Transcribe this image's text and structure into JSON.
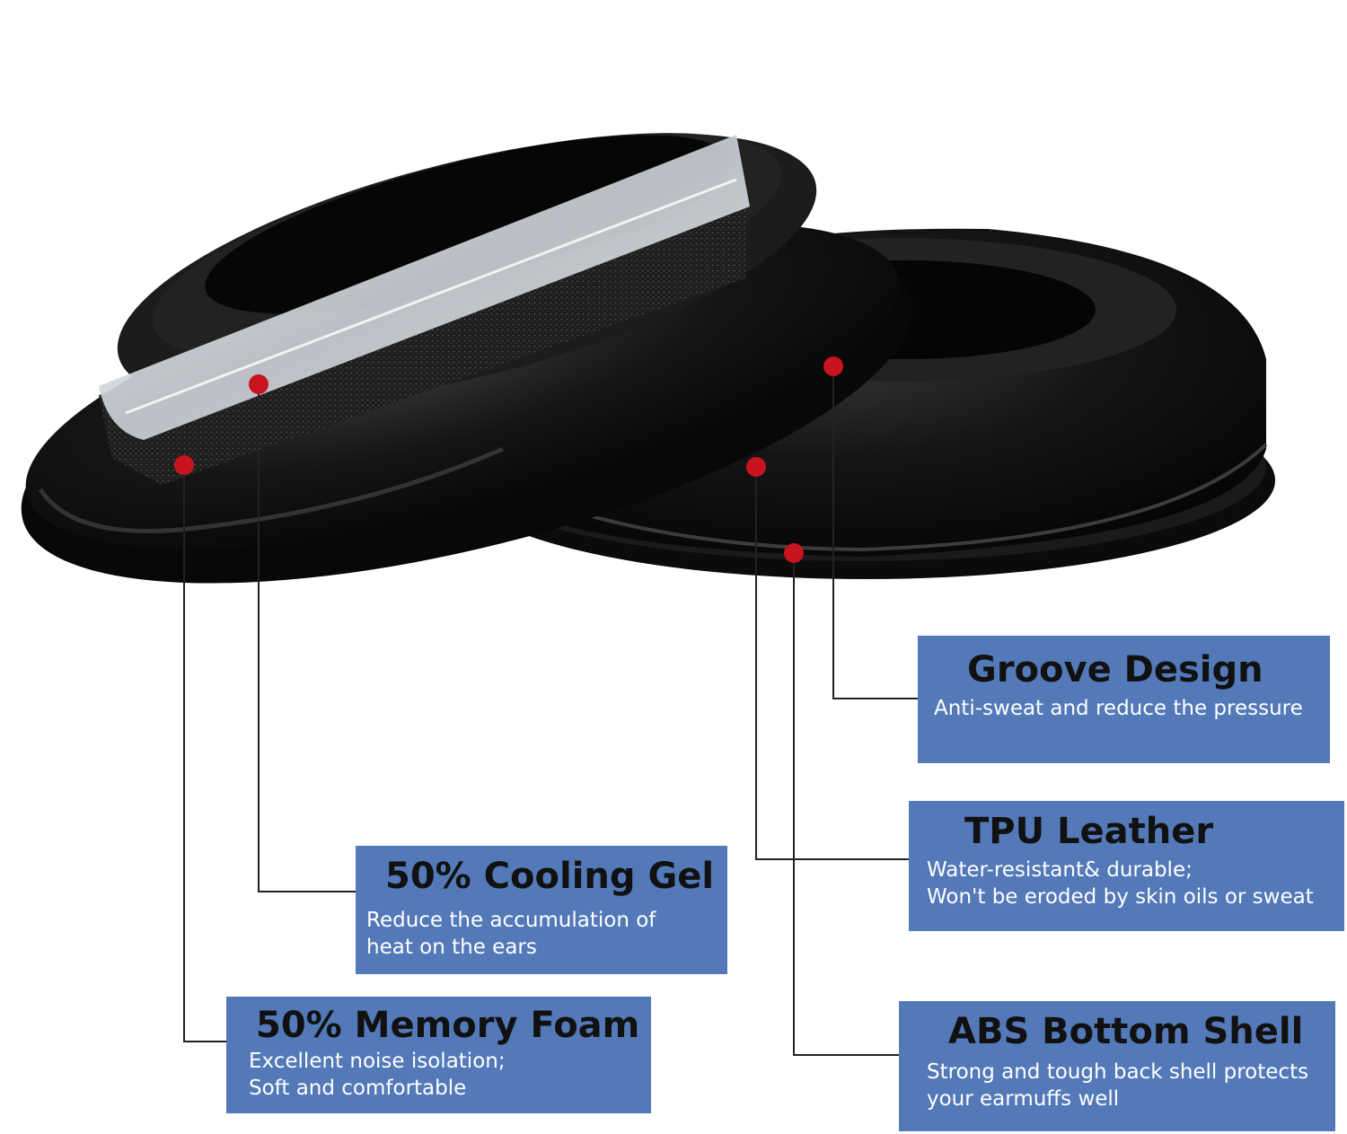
{
  "colors": {
    "box_background": "#5379b8",
    "title_text": "#111111",
    "description_text": "#ffffff",
    "marker": "#c8141e",
    "leader_line": "#222222",
    "earpad_body": "#101010"
  },
  "callouts": {
    "groove_design": {
      "title": "Groove Design",
      "lines": [
        "Anti-sweat and reduce the pressure"
      ]
    },
    "tpu_leather": {
      "title": "TPU Leather",
      "lines": [
        "Water-resistant& durable;",
        "Won't be eroded by skin oils or sweat"
      ]
    },
    "cooling_gel": {
      "title": "50% Cooling Gel",
      "lines": [
        "Reduce the accumulation of",
        "heat on the ears"
      ]
    },
    "memory_foam": {
      "title": "50% Memory Foam",
      "lines": [
        "Excellent noise isolation;",
        "Soft and comfortable"
      ]
    },
    "abs_bottom_shell": {
      "title": "ABS Bottom Shell",
      "lines": [
        "Strong and tough back shell protects",
        "your earmuffs well"
      ]
    }
  }
}
